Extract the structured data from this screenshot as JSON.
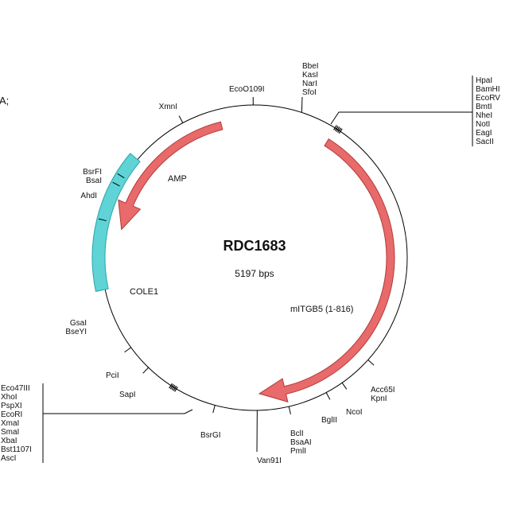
{
  "panel_label": "A;",
  "plasmid": {
    "name": "RDC1683",
    "size_label": "5197 bps",
    "total_bp": 5197
  },
  "colors": {
    "backbone": "#000000",
    "arrow_feature": "#e86a6a",
    "arrow_border": "#b23b3b",
    "ori_feature": "#5fd3d6",
    "ori_border": "#2aa5a8",
    "text": "#111111"
  },
  "features": [
    {
      "id": "amp",
      "label": "AMP",
      "type": "arrow",
      "start_deg": -14,
      "end_deg": -78,
      "direction": "ccw",
      "color": "#e86a6a"
    },
    {
      "id": "mitgb5",
      "label": "mITGB5 (1-816)",
      "type": "arrow",
      "start_deg": 32,
      "end_deg": 178,
      "direction": "cw",
      "color": "#e86a6a"
    },
    {
      "id": "cole1",
      "label": "COLE1",
      "type": "block",
      "start_deg": 258,
      "end_deg": 310,
      "color": "#5fd3d6"
    }
  ],
  "sites": [
    {
      "id": "eco0109i",
      "angle_deg": -0.5,
      "labels": [
        "EcoO109I"
      ]
    },
    {
      "id": "bbei-group",
      "angle_deg": 18,
      "labels": [
        "BbeI",
        "KasI",
        "NarI",
        "SfoI"
      ]
    },
    {
      "id": "mcs-right",
      "angle_deg": 33,
      "labels": [
        "HpaI",
        "BamHI",
        "EcoRV",
        "BmtI",
        "NheI",
        "NotI",
        "EagI",
        "SacII"
      ]
    },
    {
      "id": "acc65i-kpni",
      "angle_deg": 132,
      "labels": [
        "Acc65I",
        "KpnI"
      ]
    },
    {
      "id": "ncoi",
      "angle_deg": 145,
      "labels": [
        "NcoI"
      ]
    },
    {
      "id": "bglii",
      "angle_deg": 152,
      "labels": [
        "BglII"
      ]
    },
    {
      "id": "bcli-group",
      "angle_deg": 167,
      "labels": [
        "BclI",
        "BsaAI",
        "PmlI"
      ]
    },
    {
      "id": "van91i",
      "angle_deg": 179,
      "labels": [
        "Van91I"
      ]
    },
    {
      "id": "bsrgi",
      "angle_deg": 195,
      "labels": [
        "BsrGI"
      ]
    },
    {
      "id": "mcs-left",
      "angle_deg": 212,
      "labels": [
        "Eco47III",
        "XhoI",
        "PspXI",
        "EcoRI",
        "XmaI",
        "SmaI",
        "XbaI",
        "Bst1107I",
        "AscI"
      ]
    },
    {
      "id": "sapi",
      "angle_deg": 224,
      "labels": [
        "SapI"
      ]
    },
    {
      "id": "pcii",
      "angle_deg": 234,
      "labels": [
        "PciI"
      ]
    },
    {
      "id": "gsai-bseyi",
      "angle_deg": 284,
      "labels": [
        "GsaI",
        "BseYI"
      ]
    },
    {
      "id": "ahdi",
      "angle_deg": 298,
      "labels": [
        "AhdI"
      ]
    },
    {
      "id": "bsrfi-bsai",
      "angle_deg": 301.5,
      "labels": [
        "BsrFI",
        "BsaI"
      ]
    },
    {
      "id": "xmni",
      "angle_deg": 332,
      "labels": [
        "XmnI"
      ]
    }
  ]
}
